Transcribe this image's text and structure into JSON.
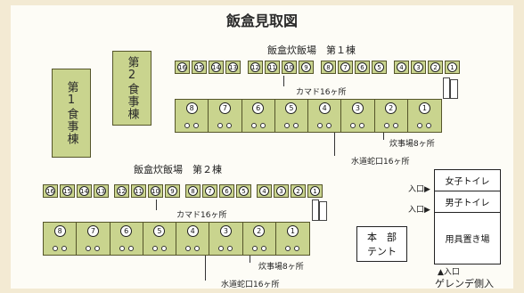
{
  "title": "飯盒見取図",
  "dining_hall_1": "第1食事棟",
  "dining_hall_2": "第2食事棟",
  "area1": {
    "title": "飯盒炊飯場　第１棟",
    "kamado_label": "カマド16ヶ所",
    "stove_label": "炊事場8ヶ所",
    "faucet_label": "水道蛇口16ヶ所",
    "kamado": [
      [
        "16",
        "15",
        "14",
        "13"
      ],
      [
        "12",
        "11",
        "10",
        "9"
      ],
      [
        "8",
        "7",
        "6",
        "5"
      ],
      [
        "4",
        "3",
        "2",
        "1"
      ]
    ],
    "stoves": [
      "8",
      "7",
      "6",
      "5",
      "4",
      "3",
      "2",
      "1"
    ]
  },
  "area2": {
    "title": "飯盒炊飯場　第２棟",
    "kamado_label": "カマド16ヶ所",
    "stove_label": "炊事場8ヶ所",
    "faucet_label": "水道蛇口16ヶ所",
    "kamado": [
      [
        "16",
        "15",
        "14",
        "13"
      ],
      [
        "12",
        "11",
        "10",
        "9"
      ],
      [
        "8",
        "7",
        "6",
        "5"
      ],
      [
        "4",
        "3",
        "2",
        "1"
      ]
    ],
    "stoves": [
      "8",
      "7",
      "6",
      "5",
      "4",
      "3",
      "2",
      "1"
    ]
  },
  "facilities": {
    "hq_line1": "本　部",
    "hq_line2": "テント",
    "women_toilet": "女子トイレ",
    "men_toilet": "男子トイレ",
    "storage": "用具置き場",
    "entrance1": "入口▶",
    "entrance2": "入口▶",
    "entrance_up": "▲入口",
    "gelande": "ゲレンデ側入"
  }
}
